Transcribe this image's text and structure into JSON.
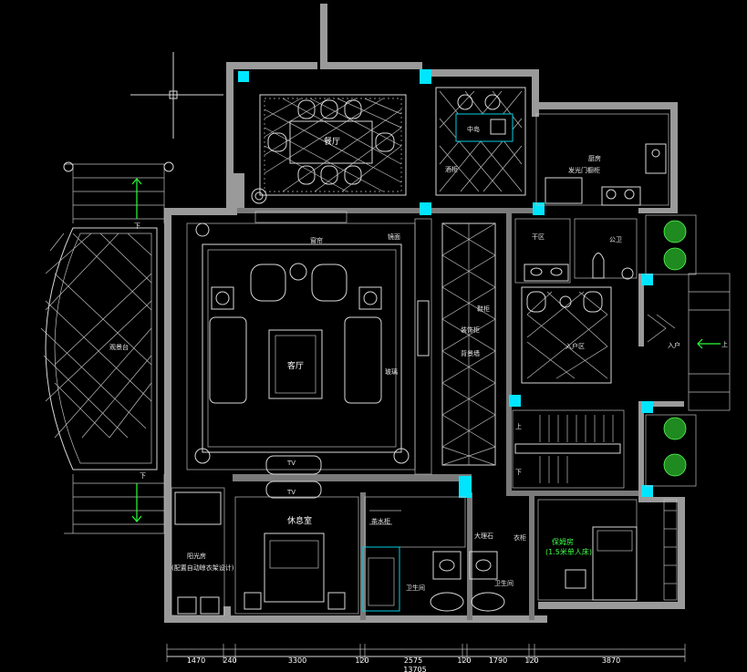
{
  "rooms": {
    "dining": "餐厅",
    "island": "中岛",
    "kitchen": "厨房",
    "kitchen_note": "发光门橱柜",
    "dry_zone": "干区",
    "guest_wc": "公卫",
    "entry_zone": "入户区",
    "entrance": "入户",
    "up_mark": "上",
    "living": "客厅",
    "view_terrace": "观景台",
    "lounge": "休息室",
    "tea_cabinet": "茶水柜",
    "sunroom": "阳光房",
    "sunroom_note": "(配置自动晾衣架设计)",
    "bath_left": "卫生间",
    "bath_right": "卫生间",
    "bedroom": "保姆房",
    "bedroom_note": "(1.5米单人床)",
    "down_top": "下",
    "down_bottom": "下",
    "stair_up": "上",
    "stair_down": "下",
    "tv_top": "TV",
    "tv_bottom": "TV",
    "ann_display": "酒柜",
    "ann_curtain": "窗帘",
    "ann_mirror": "镜面",
    "ann_board": "鞋柜",
    "ann_panel": "装饰柜",
    "ann_glass": "玻璃",
    "ann_wall": "背景墙",
    "ann_stone": "大理石",
    "ann_cab": "衣柜"
  },
  "dimensions": {
    "segments": [
      "1470",
      "240",
      "3300",
      "120",
      "2575",
      "120",
      "1790",
      "120",
      "3870"
    ],
    "total": "13705"
  },
  "colors": {
    "wall": "#9a9a9a",
    "column": "#00e5ff",
    "arrow": "#2bff3a",
    "plant": "#1f8a1f",
    "background": "#000000"
  }
}
